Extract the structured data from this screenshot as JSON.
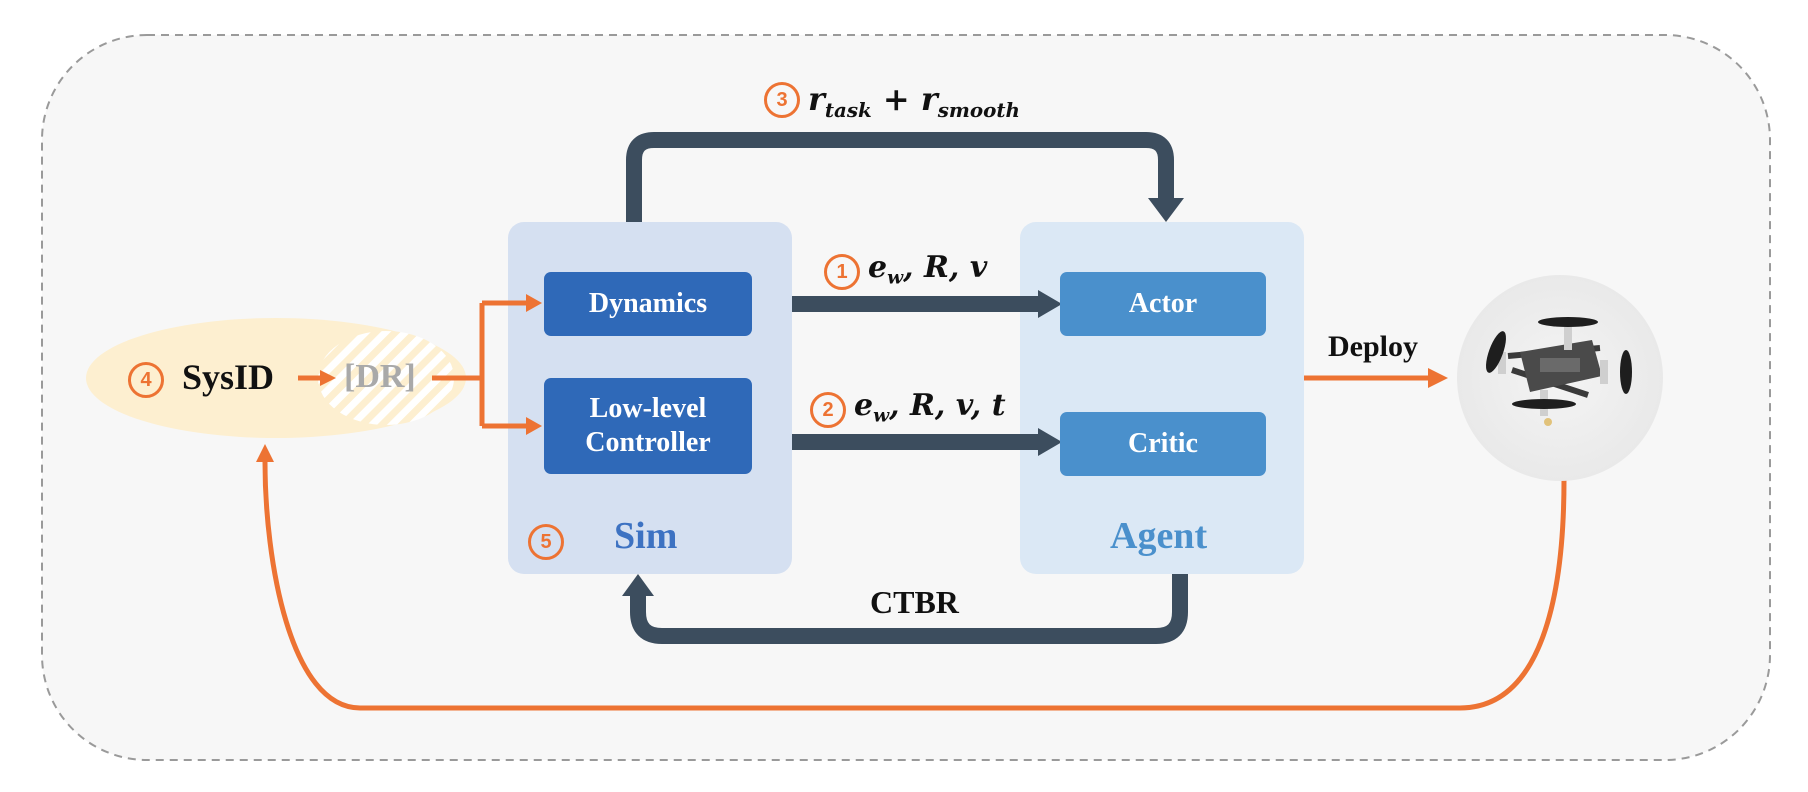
{
  "sim": {
    "title": "Sim",
    "step": "5",
    "dynamics_label": "Dynamics",
    "controller_line1": "Low-level",
    "controller_line2": "Controller"
  },
  "agent": {
    "title": "Agent",
    "actor_label": "Actor",
    "critic_label": "Critic"
  },
  "sysid": {
    "step": "4",
    "label": "SysID",
    "dr_label": "[DR]"
  },
  "arrows": {
    "actor_obs": {
      "step": "1",
      "text": "e",
      "sub": "w",
      "rest": ", R, v"
    },
    "critic_obs": {
      "step": "2",
      "text": "e",
      "sub": "w",
      "rest": ", R, v, t"
    },
    "reward": {
      "step": "3",
      "r1": "r",
      "sub1": "task",
      "plus": " + ",
      "r2": "r",
      "sub2": "smooth"
    },
    "action_label": "CTBR",
    "deploy_label": "Deploy"
  },
  "colors": {
    "accent_orange": "#ed7333",
    "dark_arrow": "#3c4d5e",
    "sim_panel": "#d5e0f1",
    "agent_panel": "#dbe8f5",
    "sim_box": "#2f69b8",
    "agent_box": "#4a90cc",
    "sysid_ellipse": "#fdefd0"
  },
  "icons": {
    "drone": "quadcopter-drone-photo"
  }
}
